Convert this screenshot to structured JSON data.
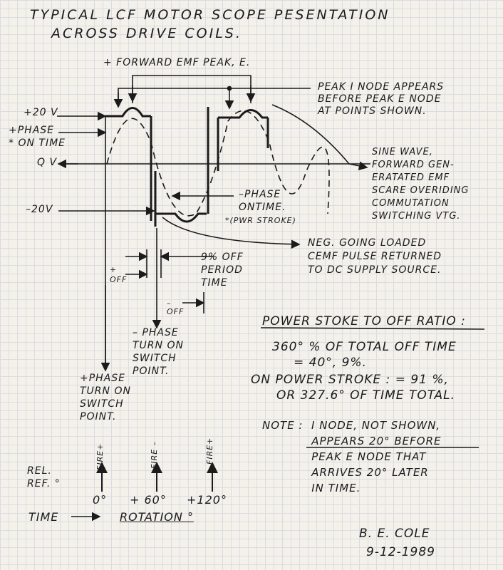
{
  "title": {
    "line1": "TYPICAL LCF MOTOR SCOPE PESENTATION",
    "line2": "ACROSS DRIVE COILS."
  },
  "labels": {
    "forward_emf_peak": "+ FORWARD EMF PEAK, E.",
    "plus_20v": "+20 V",
    "plus_phase_ontime": "+PHASE\n* ON TIME",
    "zero_v": "Q V",
    "minus_20v": "–20V",
    "peak_i_node": "PEAK I NODE APPEARS\nBEFORE PEAK E NODE\nAT POINTS SHOWN.",
    "sine_wave": "SINE WAVE,\nFORWARD GEN-\nERATATED EMF\nSCARE OVERIDING\nCOMMUTATION\nSWITCHING VTG.",
    "minus_phase_ontime": "–PHASE\nONTIME.",
    "pwr_stroke": "*(PWR STROKE)",
    "neg_going": "NEG. GOING LOADED\nCEMF PULSE RETURNED\nTO DC SUPPLY SOURCE.",
    "off_period": "9% OFF\nPERIOD\nTIME",
    "plus_off": "+\nOFF",
    "minus_off": "–\nOFF",
    "minus_phase_switch": "– PHASE\nTURN ON\nSWITCH\nPOINT.",
    "plus_phase_switch": "+PHASE\nTURN ON\nSWITCH\nPOINT.",
    "fire_plus_1": "FIRE+",
    "fire_minus": "FIRE –",
    "fire_plus_2": "FIRE+",
    "rel_ref": "REL.\nREF. °",
    "deg_0": "0°",
    "deg_60": "+ 60°",
    "deg_120": "+120°",
    "time": "TIME",
    "rotation": "ROTATION °"
  },
  "ratio": {
    "heading": "POWER STOKE TO OFF RATIO :",
    "line1": "360° % OF TOTAL OFF TIME",
    "line2": "= 40°, 9%.",
    "line3": "ON POWER STROKE : = 91 %,",
    "line4": "OR 327.6° OF TIME TOTAL."
  },
  "note": {
    "text": "NOTE :  I NODE, NOT SHOWN,\n            APPEARS 20° BEFORE\n            PEAK E NODE THAT\n            ARRIVES 20° LATER\n            IN TIME."
  },
  "signature": {
    "name": "B. E. COLE",
    "date": "9-12-1989"
  }
}
